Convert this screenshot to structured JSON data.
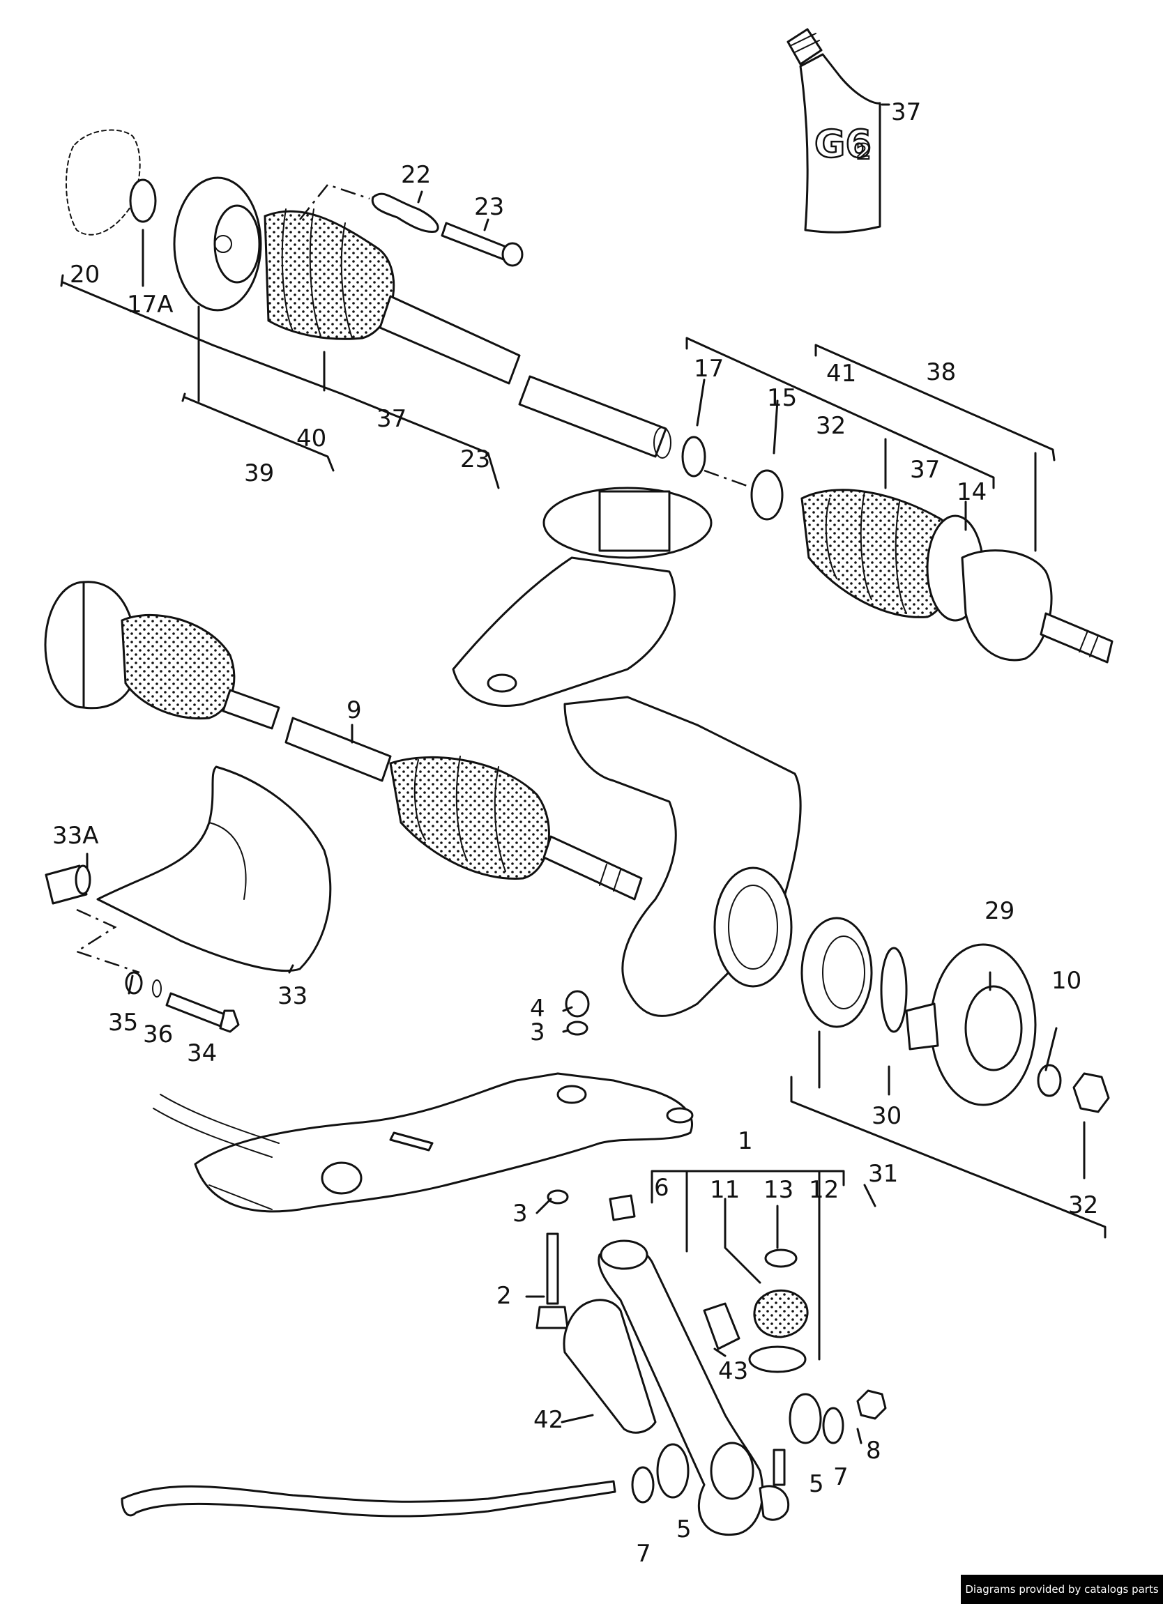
{
  "tube_marking": {
    "main": "G6",
    "sub": "2"
  },
  "callouts": [
    {
      "id": "c-37-tube",
      "text": "37"
    },
    {
      "id": "c-22",
      "text": "22"
    },
    {
      "id": "c-23-top",
      "text": "23"
    },
    {
      "id": "c-20",
      "text": "20"
    },
    {
      "id": "c-17a",
      "text": "17A"
    },
    {
      "id": "c-37-mid",
      "text": "37"
    },
    {
      "id": "c-40",
      "text": "40"
    },
    {
      "id": "c-23-mid",
      "text": "23"
    },
    {
      "id": "c-39",
      "text": "39"
    },
    {
      "id": "c-17",
      "text": "17"
    },
    {
      "id": "c-15",
      "text": "15"
    },
    {
      "id": "c-41",
      "text": "41"
    },
    {
      "id": "c-38",
      "text": "38"
    },
    {
      "id": "c-32-top",
      "text": "32"
    },
    {
      "id": "c-37-right",
      "text": "37"
    },
    {
      "id": "c-14",
      "text": "14"
    },
    {
      "id": "c-9",
      "text": "9"
    },
    {
      "id": "c-33a",
      "text": "33A"
    },
    {
      "id": "c-33",
      "text": "33"
    },
    {
      "id": "c-35",
      "text": "35"
    },
    {
      "id": "c-36",
      "text": "36"
    },
    {
      "id": "c-34",
      "text": "34"
    },
    {
      "id": "c-4",
      "text": "4"
    },
    {
      "id": "c-3-top",
      "text": "3"
    },
    {
      "id": "c-29",
      "text": "29"
    },
    {
      "id": "c-10",
      "text": "10"
    },
    {
      "id": "c-30",
      "text": "30"
    },
    {
      "id": "c-31",
      "text": "31"
    },
    {
      "id": "c-32-bottom",
      "text": "32"
    },
    {
      "id": "c-1",
      "text": "1"
    },
    {
      "id": "c-6",
      "text": "6"
    },
    {
      "id": "c-11",
      "text": "11"
    },
    {
      "id": "c-13",
      "text": "13"
    },
    {
      "id": "c-12",
      "text": "12"
    },
    {
      "id": "c-3-bottom",
      "text": "3"
    },
    {
      "id": "c-2",
      "text": "2"
    },
    {
      "id": "c-43",
      "text": "43"
    },
    {
      "id": "c-42",
      "text": "42"
    },
    {
      "id": "c-8",
      "text": "8"
    },
    {
      "id": "c-5-right",
      "text": "5"
    },
    {
      "id": "c-7-right",
      "text": "7"
    },
    {
      "id": "c-5-bottom",
      "text": "5"
    },
    {
      "id": "c-7-bottom",
      "text": "7"
    }
  ],
  "watermark": "Diagrams provided by catalogs parts"
}
